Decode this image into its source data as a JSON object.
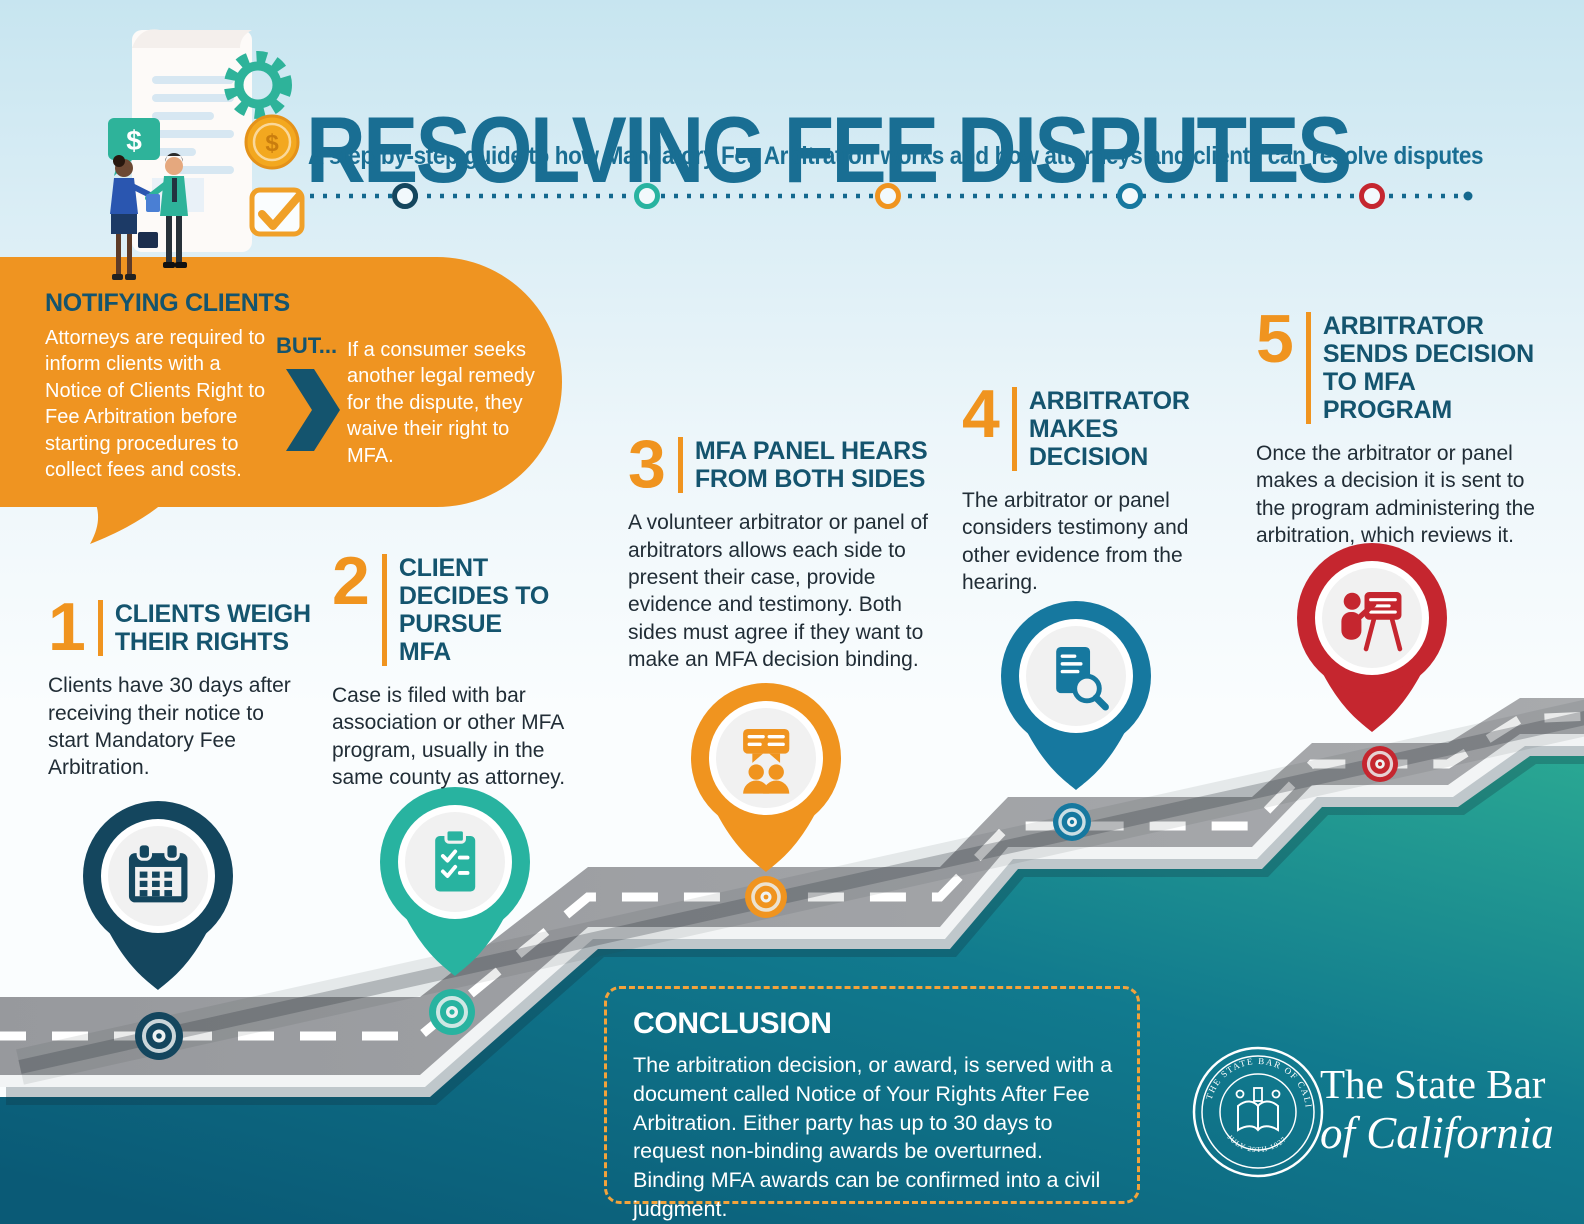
{
  "header": {
    "title": "RESOLVING FEE DISPUTES",
    "subtitle": "A step-by-step guide to how Mandatory Fee Arbitration works and how attorneys and clients can resolve disputes"
  },
  "intro": {
    "heading": "NOTIFYING CLIENTS",
    "body": "Attorneys are required to inform clients with a Notice of Clients Right to Fee Arbitration before starting procedures to collect fees and costs.",
    "but_label": "BUT...",
    "but_body": "If a consumer seeks another legal remedy for the dispute, they waive their right to MFA."
  },
  "illustration": {
    "dollar_sign": "$",
    "coin_symbol": "$"
  },
  "steps": [
    {
      "number": "1",
      "title": "CLIENTS WEIGH THEIR RIGHTS",
      "body": "Clients have 30 days after receiving their notice to start Mandatory Fee Arbitration.",
      "icon": "calendar",
      "color": "#14465e"
    },
    {
      "number": "2",
      "title": "CLIENT DECIDES TO PURSUE MFA",
      "body": "Case is filed with bar association or other MFA program, usually in the same county as attorney.",
      "icon": "clipboard-checklist",
      "color": "#28b3a0"
    },
    {
      "number": "3",
      "title": "MFA PANEL HEARS FROM BOTH SIDES",
      "body": "A volunteer arbitrator or panel of arbitrators allows each side to present their case, provide evidence and testimony. Both sides must agree if they want to make an MFA decision binding.",
      "icon": "discussion",
      "color": "#f0941f"
    },
    {
      "number": "4",
      "title": "ARBITRATOR MAKES DECISION",
      "body": "The arbitrator or panel considers testimony and other evidence from the hearing.",
      "icon": "document-search",
      "color": "#16789f"
    },
    {
      "number": "5",
      "title": "ARBITRATOR SENDS DECISION TO MFA PROGRAM",
      "body": "Once the arbitrator or panel makes a decision it is sent to the program administering the arbitration, which reviews it.",
      "icon": "presentation",
      "color": "#c5262f"
    }
  ],
  "conclusion": {
    "heading": "CONCLUSION",
    "body": "The arbitration decision, or award, is served with a document called Notice of Your Rights After Fee Arbitration. Either party has up to 30 days to request non-binding awards be overturned. Binding MFA awards can be confirmed into a civil judgment."
  },
  "footer": {
    "org_line1": "The State Bar",
    "org_line2": "of California",
    "seal_top": "THE STATE BAR OF CALIFORNIA",
    "seal_bottom": "JULY 29TH 1927"
  },
  "colors": {
    "accent_orange": "#f0941f",
    "bubble_orange": "#ef9421",
    "title_teal": "#196e93",
    "heading_teal": "#14546e",
    "body_text": "#212d36",
    "pin_navy": "#14465e",
    "pin_teal": "#28b3a0",
    "pin_blue": "#16789f",
    "pin_red": "#c5262f",
    "teal_bg_light": "#2aa893",
    "teal_bg_mid": "#117a8e",
    "teal_bg_dark": "#0a5a76",
    "road_gray": "#9b9da1",
    "conclusion_border": "#f3a33b"
  }
}
